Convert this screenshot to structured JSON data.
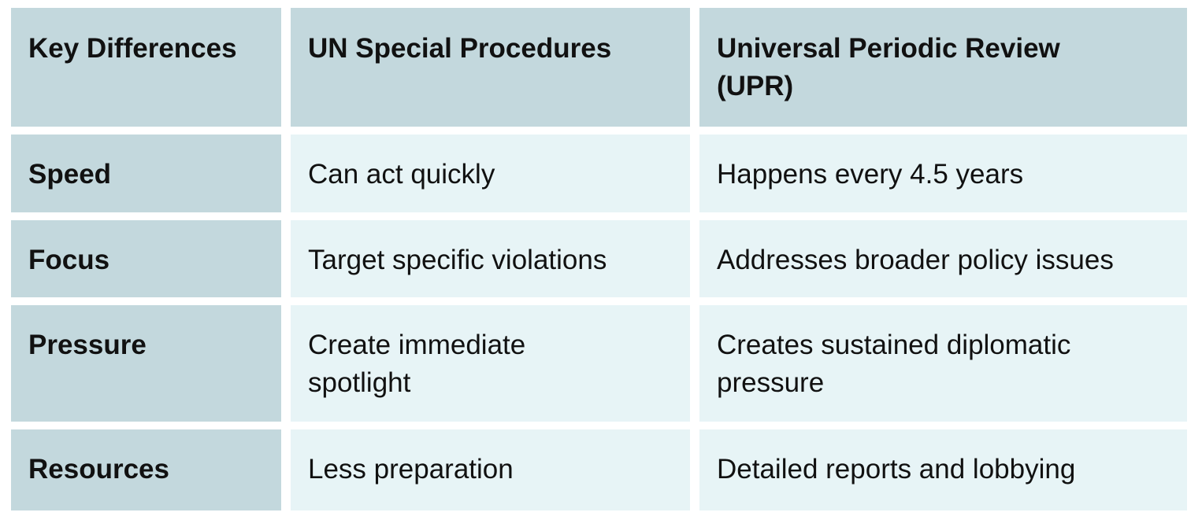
{
  "table": {
    "headers": [
      "Key Differences",
      "UN Special Procedures",
      "Universal Periodic Review (UPR)"
    ],
    "rows": [
      {
        "label": "Speed",
        "cells": [
          "Can act quickly",
          "Happens every 4.5 years"
        ]
      },
      {
        "label": "Focus",
        "cells": [
          "Target specific violations",
          "Addresses broader policy issues"
        ]
      },
      {
        "label": "Pressure",
        "cells": [
          "Create immediate spotlight",
          "Creates sustained diplomatic pressure"
        ]
      },
      {
        "label": "Resources",
        "cells": [
          "Less preparation",
          "Detailed reports and lobbying"
        ]
      }
    ]
  },
  "colors": {
    "header_bg": "#c3d8dd",
    "cell_bg": "#e7f4f6",
    "text": "#111111"
  }
}
